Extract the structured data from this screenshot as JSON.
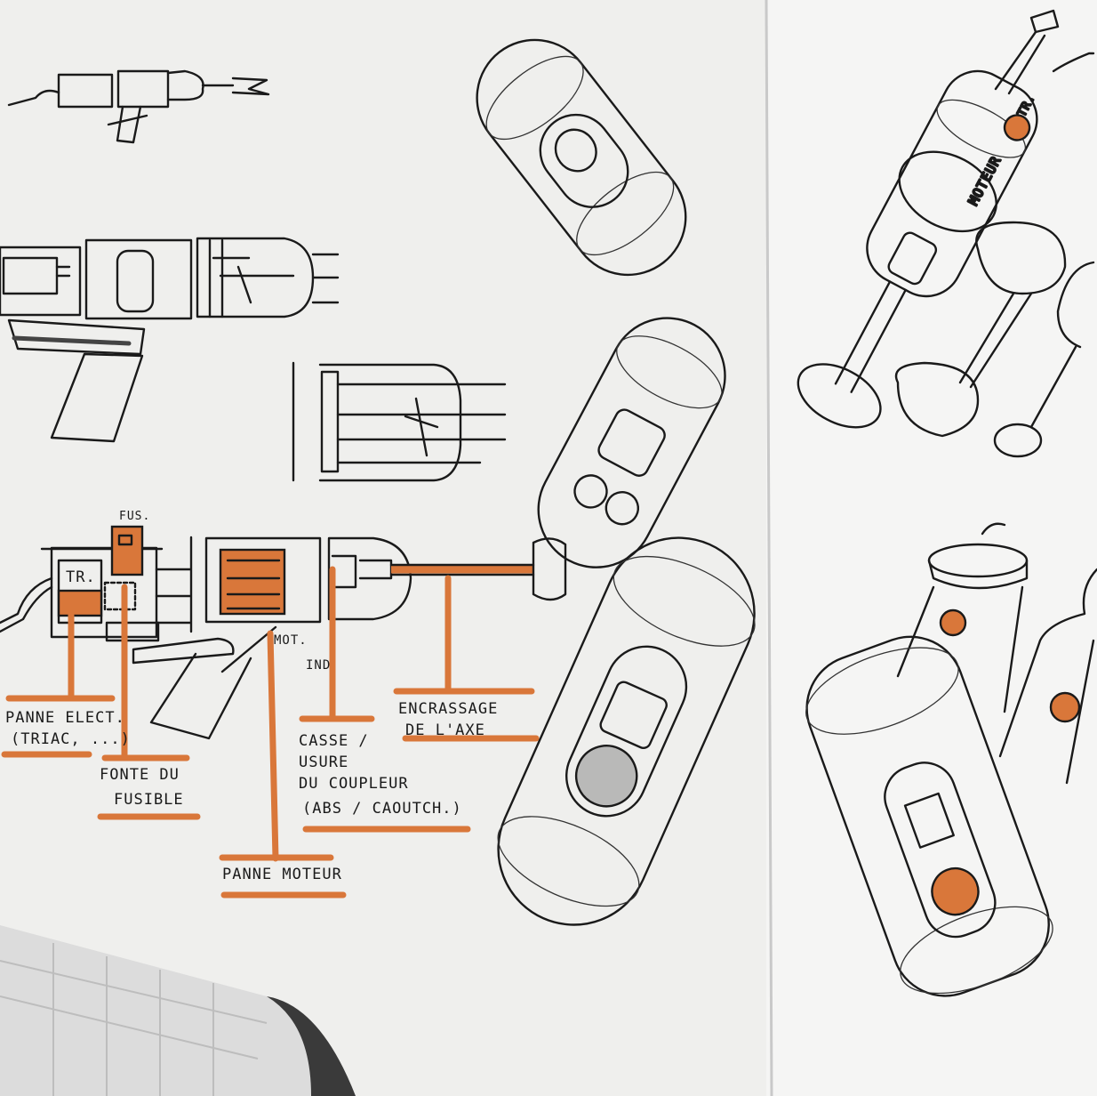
{
  "sketch": {
    "colors": {
      "paper": "#efefed",
      "ink": "#1a1a1a",
      "accent": "#d9773a"
    },
    "component_labels": {
      "fuse": "FUS.",
      "triac": "TR.",
      "motor_line1": "MOT.",
      "motor_line2": "IND.",
      "side_motor": "MOTEUR",
      "side_triac": "TR."
    },
    "failure_labels": [
      {
        "line1": "PANNE ELECT.",
        "line2": "(TRIAC, ...)"
      },
      {
        "line1": "FONTE DU",
        "line2": "FUSIBLE"
      },
      {
        "line1": "PANNE MOTEUR"
      },
      {
        "line1": "CASSE /",
        "line2": "USURE",
        "line3": "DU COUPLEUR",
        "line4": "(ABS / CAOUTCH.)"
      },
      {
        "line1": "ENCRASSAGE",
        "line2": "DE L'AXE"
      }
    ]
  }
}
